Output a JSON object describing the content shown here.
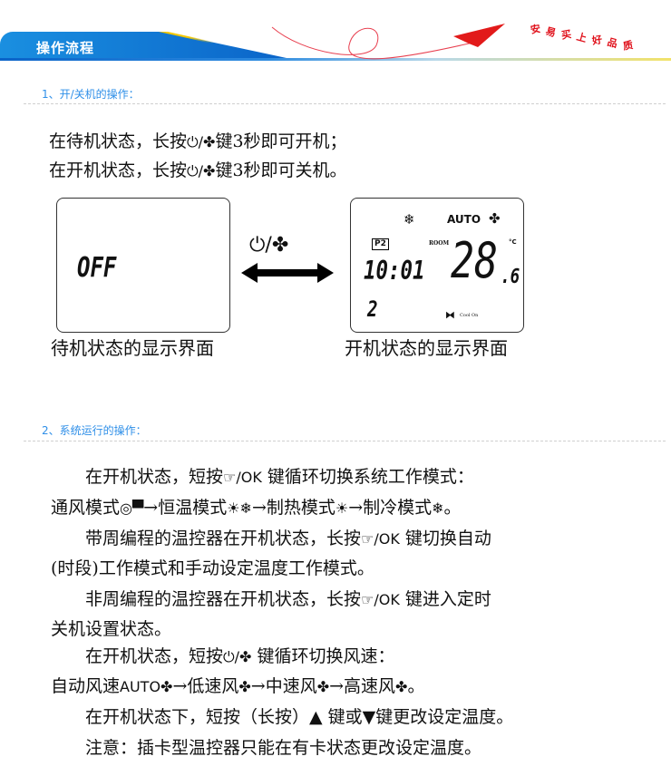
{
  "header": {
    "title": "操作流程",
    "slogan": [
      "安",
      "易",
      "买",
      "上",
      "好",
      "品",
      "质"
    ]
  },
  "section1": {
    "label": "1、开/关机的操作：",
    "lines": [
      [
        {
          "t": "在待机状态，长按"
        },
        {
          "i": "power-fan-icon",
          "t": "⏻/✤"
        },
        {
          "t": "键3秒即可开机；"
        }
      ],
      [
        {
          "t": "在开机状态，长按"
        },
        {
          "i": "power-fan-icon",
          "t": "⏻/✤"
        },
        {
          "t": "键3秒即可关机。"
        }
      ]
    ],
    "standby_display": {
      "text": "OFF",
      "caption": "待机状态的显示界面"
    },
    "on_display": {
      "mode_icon": "❄",
      "fan_label": "AUTO",
      "fan_icon": "✤",
      "program": "P2",
      "room_label": "ROOM",
      "time": "10:01",
      "temp_main": "28",
      "temp_decimal": ".6",
      "unit": "°C",
      "day": "2",
      "valve_label": "Cool On",
      "caption": "开机状态的显示界面"
    },
    "key_label": "⏻/✤"
  },
  "section2": {
    "label": "2、系统运行的操作：",
    "lines": [
      [
        {
          "t": "　　在开机状态，短按"
        },
        {
          "i": "mode-ok-key-icon",
          "t": "☞/OK"
        },
        {
          "t": " 键循环切换系统工作模式："
        }
      ],
      [
        {
          "t": "通风模式"
        },
        {
          "i": "ventilation-icon",
          "t": "◎▀"
        },
        {
          "t": "→恒温模式"
        },
        {
          "i": "sun-icon",
          "t": "☀"
        },
        {
          "i": "snowflake-icon",
          "t": "❄"
        },
        {
          "t": "→制热模式"
        },
        {
          "i": "sun-icon",
          "t": "☀"
        },
        {
          "t": "→制冷模式"
        },
        {
          "i": "snowflake-icon",
          "t": "❄"
        },
        {
          "t": "。"
        }
      ],
      [
        {
          "t": "　　带周编程的温控器在开机状态，长按"
        },
        {
          "i": "mode-ok-key-icon",
          "t": "☞/OK"
        },
        {
          "t": " 键切换自动"
        }
      ],
      [
        {
          "t": "(时段)工作模式和手动设定温度工作模式。"
        }
      ],
      [
        {
          "t": "　　非周编程的温控器在开机状态，长按"
        },
        {
          "i": "mode-ok-key-icon",
          "t": "☞/OK"
        },
        {
          "t": " 键进入定时"
        }
      ],
      [
        {
          "t": "关机设置状态。"
        }
      ],
      [
        {
          "t": "　　在开机状态，短按"
        },
        {
          "i": "power-fan-icon",
          "t": "⏻/✤"
        },
        {
          "t": " 键循环切换风速："
        }
      ],
      [
        {
          "t": "自动风速"
        },
        {
          "i": "auto-fan-icon",
          "t": "AUTO✤"
        },
        {
          "t": "→低速风"
        },
        {
          "i": "fan-low-icon",
          "t": "✤"
        },
        {
          "t": "→中速风"
        },
        {
          "i": "fan-mid-icon",
          "t": "✤"
        },
        {
          "t": "→高速风"
        },
        {
          "i": "fan-high-icon",
          "t": "✤"
        },
        {
          "t": "。"
        }
      ],
      [
        {
          "t": "　　在开机状态下，短按（长按）▲ 键或▼键更改设定温度。"
        }
      ],
      [
        {
          "t": "　　注意：插卡型温控器只能在有卡状态更改设定温度。"
        }
      ]
    ]
  }
}
